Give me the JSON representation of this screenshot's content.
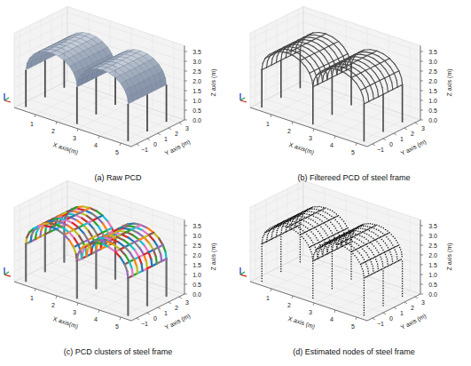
{
  "diagram": {
    "labels": [
      "0.0",
      "0.5",
      "1.0",
      "1.5",
      "2.0",
      "2.5",
      "3.0",
      "3.5",
      "Z axis (m)",
      "−1",
      "0",
      "1",
      "2",
      "3",
      "Y axis (m)",
      "1",
      "2",
      "3",
      "4",
      "5",
      "X axis(m)",
      "(a) Raw PCD",
      "0.0",
      "0.5",
      "1.0",
      "1.5",
      "2.0",
      "2.5",
      "3.0",
      "3.5",
      "Z axis (m)",
      "−1",
      "0",
      "1",
      "2",
      "3",
      "Y axis (m)",
      "1",
      "2",
      "3",
      "4",
      "5",
      "X axis(m)",
      "(b) Filtereed PCD of steel frame",
      "0.0",
      "0.5",
      "1.0",
      "1.5",
      "2.0",
      "2.5",
      "3.0",
      "3.5",
      "Z axis (m)",
      "−1",
      "0",
      "1",
      "2",
      "3",
      "Y axis (m)",
      "1",
      "2",
      "3",
      "4",
      "5",
      "X axis(m)",
      "(c) PCD clusters of steel frame",
      "0.0",
      "0.5",
      "1.0",
      "1.5",
      "2.0",
      "2.5",
      "3.0",
      "3.5",
      "Z axis (m)",
      "−1",
      "0",
      "1",
      "2",
      "3",
      "Y axis (m)",
      "1",
      "2",
      "3",
      "4",
      "5",
      "X axis (m)",
      "(d) Estimated nodes of steel frame"
    ]
  }
}
